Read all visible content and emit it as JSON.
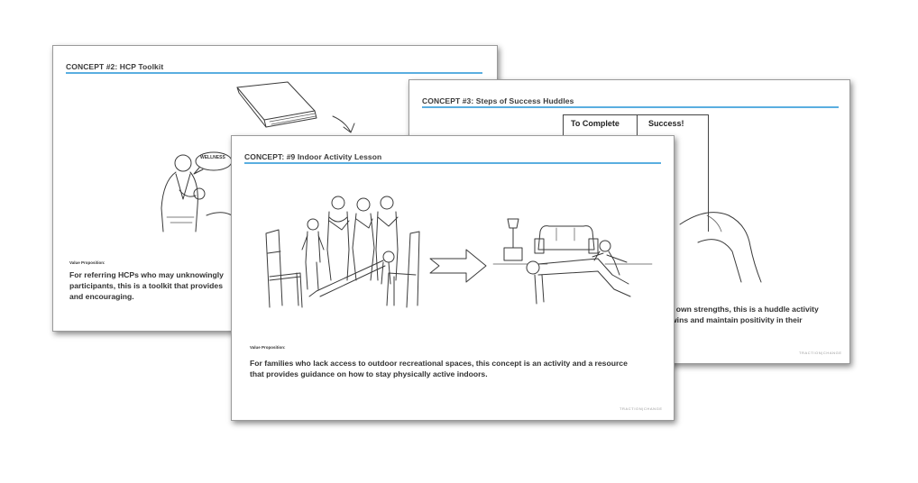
{
  "slides": [
    {
      "id": "concept-2",
      "title": "CONCEPT #2:  HCP Toolkit",
      "speech_bubble": "WELLNESS",
      "value_prop_label": "Value Proposition:",
      "value_prop_lines": [
        "For referring HCPs who may unknowingly",
        "participants, this is a toolkit that provides",
        "and encouraging."
      ]
    },
    {
      "id": "concept-3",
      "title": "CONCEPT #3:  Steps of Success Huddles",
      "board_headers": [
        "To Complete",
        "Success!"
      ],
      "value_prop_lines": [
        "r own strengths, this is a huddle activity",
        "wins and maintain positivity in their"
      ],
      "brand": "TRACTION|CHANGE"
    },
    {
      "id": "concept-9",
      "title": "CONCEPT: #9  Indoor Activity Lesson",
      "value_prop_label": "Value Proposition:",
      "value_prop_lines": [
        "For families who lack access to outdoor recreational spaces, this concept is an activity and a resource",
        "that provides guidance on how to stay physically active indoors."
      ],
      "brand": "TRACTION|CHANGE"
    }
  ],
  "colors": {
    "accent_rule": "#5aaee0",
    "text": "#333333"
  }
}
